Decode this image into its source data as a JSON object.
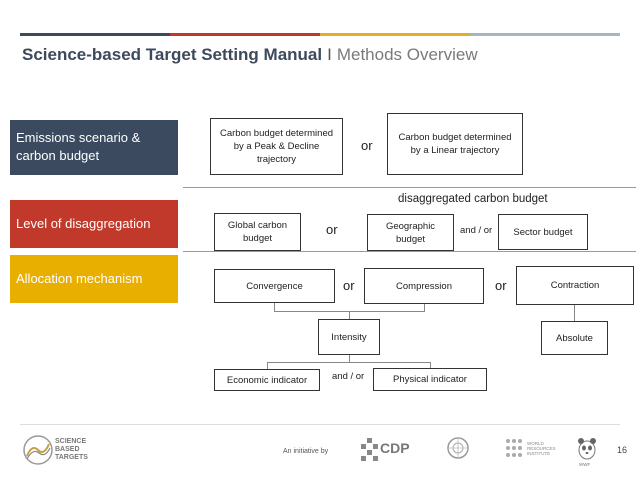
{
  "header": {
    "title_main": "Science-based Target Setting Manual",
    "separator": "I",
    "title_sub": "Methods Overview",
    "colors": [
      "#3d4a5c",
      "#c0392b",
      "#e0b020",
      "#a8b4c0"
    ]
  },
  "rows": [
    {
      "label": "Emissions scenario & carbon budget",
      "color": "#3b4a5f"
    },
    {
      "label": "Level of disaggregation",
      "color": "#c0392b"
    },
    {
      "label": "Allocation mechanism",
      "color": "#e8ae00"
    }
  ],
  "row1": {
    "box_peak": "Carbon budget determined by a Peak & Decline trajectory",
    "or": "or",
    "box_linear": "Carbon budget determined by a Linear trajectory"
  },
  "row2": {
    "note": "disaggregated carbon budget",
    "box_global": "Global carbon budget",
    "or": "or",
    "box_geographic": "Geographic budget",
    "and_or": "and / or",
    "box_sector": "Sector budget"
  },
  "row3": {
    "box_convergence": "Convergence",
    "or1": "or",
    "box_compression": "Compression",
    "or2": "or",
    "box_contraction": "Contraction",
    "box_intensity": "Intensity",
    "box_absolute": "Absolute",
    "box_economic": "Economic indicator",
    "and_or": "and / or",
    "box_physical": "Physical indicator"
  },
  "footer": {
    "initiative": "An initiative by",
    "page_number": "16",
    "sbt_logo_text": [
      "SCIENCE",
      "BASED",
      "TARGETS"
    ],
    "cdp_logo_text": "CDP",
    "wri_logo_text": [
      "WORLD",
      "RESOURCES",
      "INSTITUTE"
    ],
    "wwf_logo_text": "WWF"
  }
}
